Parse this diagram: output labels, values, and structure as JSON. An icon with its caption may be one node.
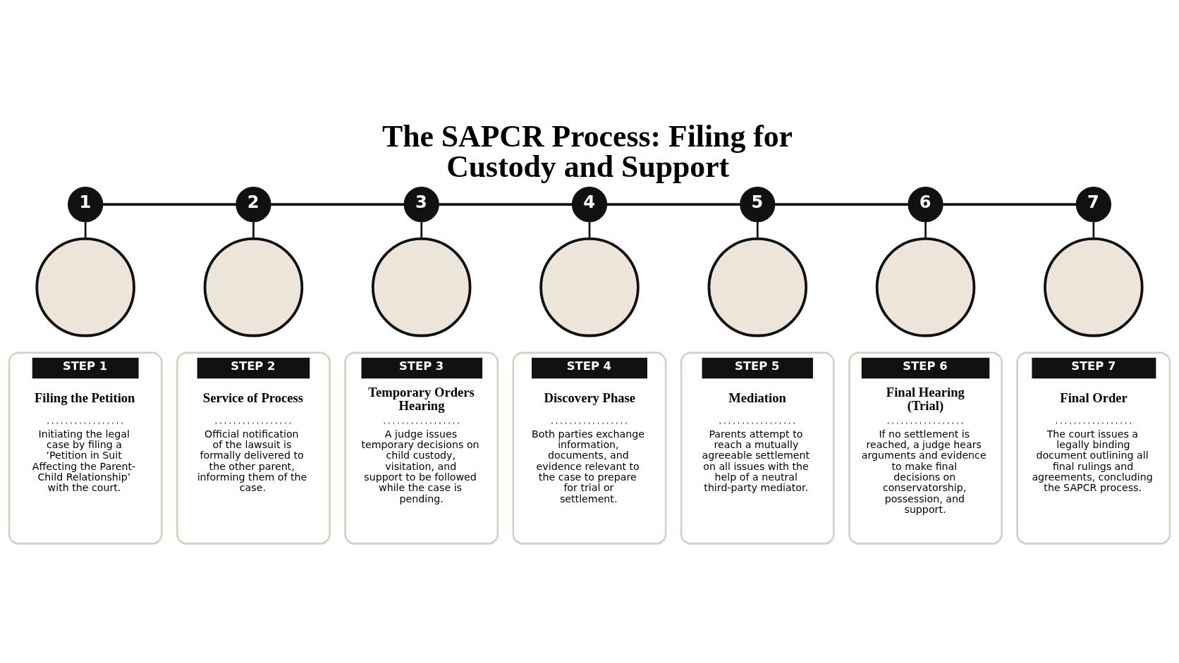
{
  "diagram": {
    "title": "The SAPCR Process: Filing for Custody and Support",
    "nodes": [
      {
        "text": [
          "1"
        ]
      },
      {
        "text": [],
        "shape": "circle"
      },
      {
        "text": [
          "STEP 1",
          "Filing the Petition",
          "Initiating the legal case by filing a ‘Petition in Suit Affecting the Parent-Child Relationship’ with the court."
        ]
      },
      {
        "text": [
          "2"
        ]
      },
      {
        "text": [],
        "shape": "circle"
      },
      {
        "text": [
          "STEP 2",
          "Service of Process",
          "Official notification of the lawsuit is formally delivered to the other parent, informing them of the case."
        ]
      },
      {
        "text": [
          "3"
        ]
      },
      {
        "text": [],
        "shape": "circle"
      },
      {
        "text": [
          "STEP 3",
          "Temporary Orders Hearing",
          "A judge issues temporary decisions on child custody, visitation, and support to be followed while the case is pending."
        ]
      },
      {
        "text": [
          "4"
        ]
      },
      {
        "text": [],
        "shape": "circle"
      },
      {
        "text": [
          "STEP 4",
          "Discovery Phase",
          "Both parties exchange information, documents, and evidence relevant to the case to prepare for trial or settlement."
        ]
      },
      {
        "text": [
          "5"
        ]
      },
      {
        "text": [],
        "shape": "circle"
      },
      {
        "text": [
          "STEP 5",
          "Mediation",
          "Parents attempt to reach a mutually agreeable settlement on all issues with the help of a neutral third-party mediator."
        ]
      },
      {
        "text": [
          "6"
        ]
      },
      {
        "text": [],
        "shape": "circle"
      },
      {
        "text": [
          "STEP 6",
          "Final Hearing (Trial)",
          "If no settlement is reached, a judge hears arguments and evidence to make final decisions on conservatorship, possession, and support."
        ]
      },
      {
        "text": [
          "7"
        ]
      },
      {
        "text": [],
        "shape": "circle"
      },
      {
        "text": [
          "STEP 7",
          "Final Order",
          "The court issues a legally binding document outlining all final rulings and agreements, concluding the SAPCR process."
        ]
      }
    ],
    "edges": [
      {
        "from": 0,
        "to": 3,
        "arrow": "none"
      },
      {
        "from": 3,
        "to": 6,
        "arrow": "none"
      },
      {
        "from": 6,
        "to": 9,
        "arrow": "none"
      },
      {
        "from": 9,
        "to": 12,
        "arrow": "none"
      },
      {
        "from": 12,
        "to": 15,
        "arrow": "none"
      },
      {
        "from": 15,
        "to": 18,
        "arrow": "none"
      },
      {
        "from": 0,
        "to": 1,
        "arrow": "none"
      },
      {
        "from": 3,
        "to": 4,
        "arrow": "none"
      },
      {
        "from": 6,
        "to": 7,
        "arrow": "none"
      },
      {
        "from": 9,
        "to": 10,
        "arrow": "none"
      },
      {
        "from": 12,
        "to": 13,
        "arrow": "none"
      },
      {
        "from": 15,
        "to": 16,
        "arrow": "none"
      },
      {
        "from": 18,
        "to": 19,
        "arrow": "none"
      }
    ]
  }
}
